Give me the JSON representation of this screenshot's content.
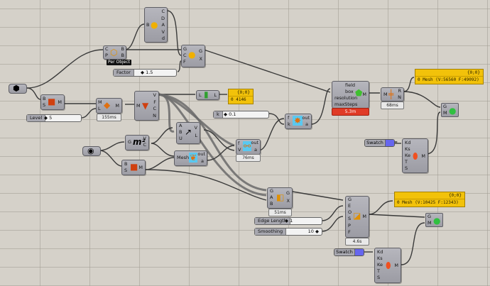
{
  "app": {
    "title": "Grasshopper canvas"
  },
  "nodes": {
    "brep_param": {
      "icon": "brep-param-icon"
    },
    "sphere_param": {
      "icon": "geometry-param-icon"
    },
    "per_object": {
      "inputs": [
        "C",
        "P"
      ],
      "outputs": [
        "B",
        "B"
      ],
      "tag": "Per Object"
    },
    "deconstruct_box": {
      "inputs": [
        "B"
      ],
      "outputs": [
        "C",
        "D",
        "A",
        "V",
        "d"
      ]
    },
    "scale": {
      "inputs": [
        "G",
        "C",
        "F"
      ],
      "outputs": [
        "G",
        "X"
      ]
    },
    "factor_slider": {
      "label": "Factor",
      "value": "1.5"
    },
    "mesh_brep_1": {
      "inputs": [
        "B",
        "S"
      ],
      "outputs": [
        "M"
      ]
    },
    "subdivide": {
      "inputs": [
        "M",
        "L"
      ],
      "outputs": [
        "M"
      ],
      "timer": "155ms"
    },
    "level_slider": {
      "label": "Level",
      "value": "5"
    },
    "deconstruct_mesh": {
      "inputs": [
        "M"
      ],
      "outputs": [
        "V",
        "F",
        "C",
        "N"
      ]
    },
    "list_length": {
      "inputs": [
        "L"
      ],
      "outputs": [
        "L"
      ]
    },
    "panel_count": {
      "header": "{0;0}",
      "row": "0  4146"
    },
    "k_slider": {
      "label": "k",
      "value": "0.1"
    },
    "field_func": {
      "inputs": [
        "f",
        "k"
      ],
      "outputs": [
        "out",
        "a"
      ]
    },
    "isosurface": {
      "inputs": [
        "field",
        "box",
        "resolution",
        "maxSteps"
      ],
      "outputs": [
        "M"
      ],
      "timer": "5.3m"
    },
    "mesh_fix": {
      "inputs": [
        "M"
      ],
      "outputs": [
        "R",
        "N"
      ],
      "timer": "68ms"
    },
    "panel_mesh1": {
      "header": "{0;0}",
      "row": "0  Mesh (V:56560  F:49092)"
    },
    "preview_1": {
      "inputs": [
        "G",
        "M"
      ]
    },
    "swatch_1": {
      "label": "Swatch",
      "color": "#6666ee"
    },
    "material_1": {
      "inputs": [
        "Kd",
        "Ks",
        "Ke",
        "T",
        "S"
      ],
      "outputs": [
        "M"
      ]
    },
    "area": {
      "inputs": [
        "G"
      ],
      "outputs": [
        "V",
        "C"
      ]
    },
    "mesh_brep_2": {
      "inputs": [
        "B",
        "S"
      ],
      "outputs": [
        "M"
      ]
    },
    "closest_point": {
      "inputs": [
        "A",
        "B",
        "U"
      ],
      "outputs": [
        "V",
        "L"
      ]
    },
    "mesh_script": {
      "inputs": [
        "Mesh"
      ],
      "outputs": [
        "out",
        "a"
      ]
    },
    "vector_script": {
      "inputs": [
        "f",
        "V"
      ],
      "outputs": [
        "out",
        "a"
      ],
      "timer": "76ms"
    },
    "boolean": {
      "inputs": [
        "G",
        "A",
        "B"
      ],
      "outputs": [
        "G",
        "X"
      ],
      "timer": "51ms"
    },
    "remesh": {
      "inputs": [
        "G",
        "E",
        "O",
        "S",
        "P",
        "F"
      ],
      "outputs": [
        "M"
      ],
      "timer": "4.6s"
    },
    "edge_slider": {
      "label": "Edge Length",
      "value": "1"
    },
    "smooth_slider": {
      "label": "Smoothing",
      "value": "10"
    },
    "panel_mesh2": {
      "header": "{0;0}",
      "row": "0  Mesh (V:10425  F:12343)"
    },
    "preview_2": {
      "inputs": [
        "G",
        "M"
      ]
    },
    "swatch_2": {
      "label": "Swatch",
      "color": "#6666ee"
    },
    "material_2": {
      "inputs": [
        "Kd",
        "Ks",
        "Ke",
        "T",
        "S"
      ],
      "outputs": [
        "M"
      ]
    }
  }
}
